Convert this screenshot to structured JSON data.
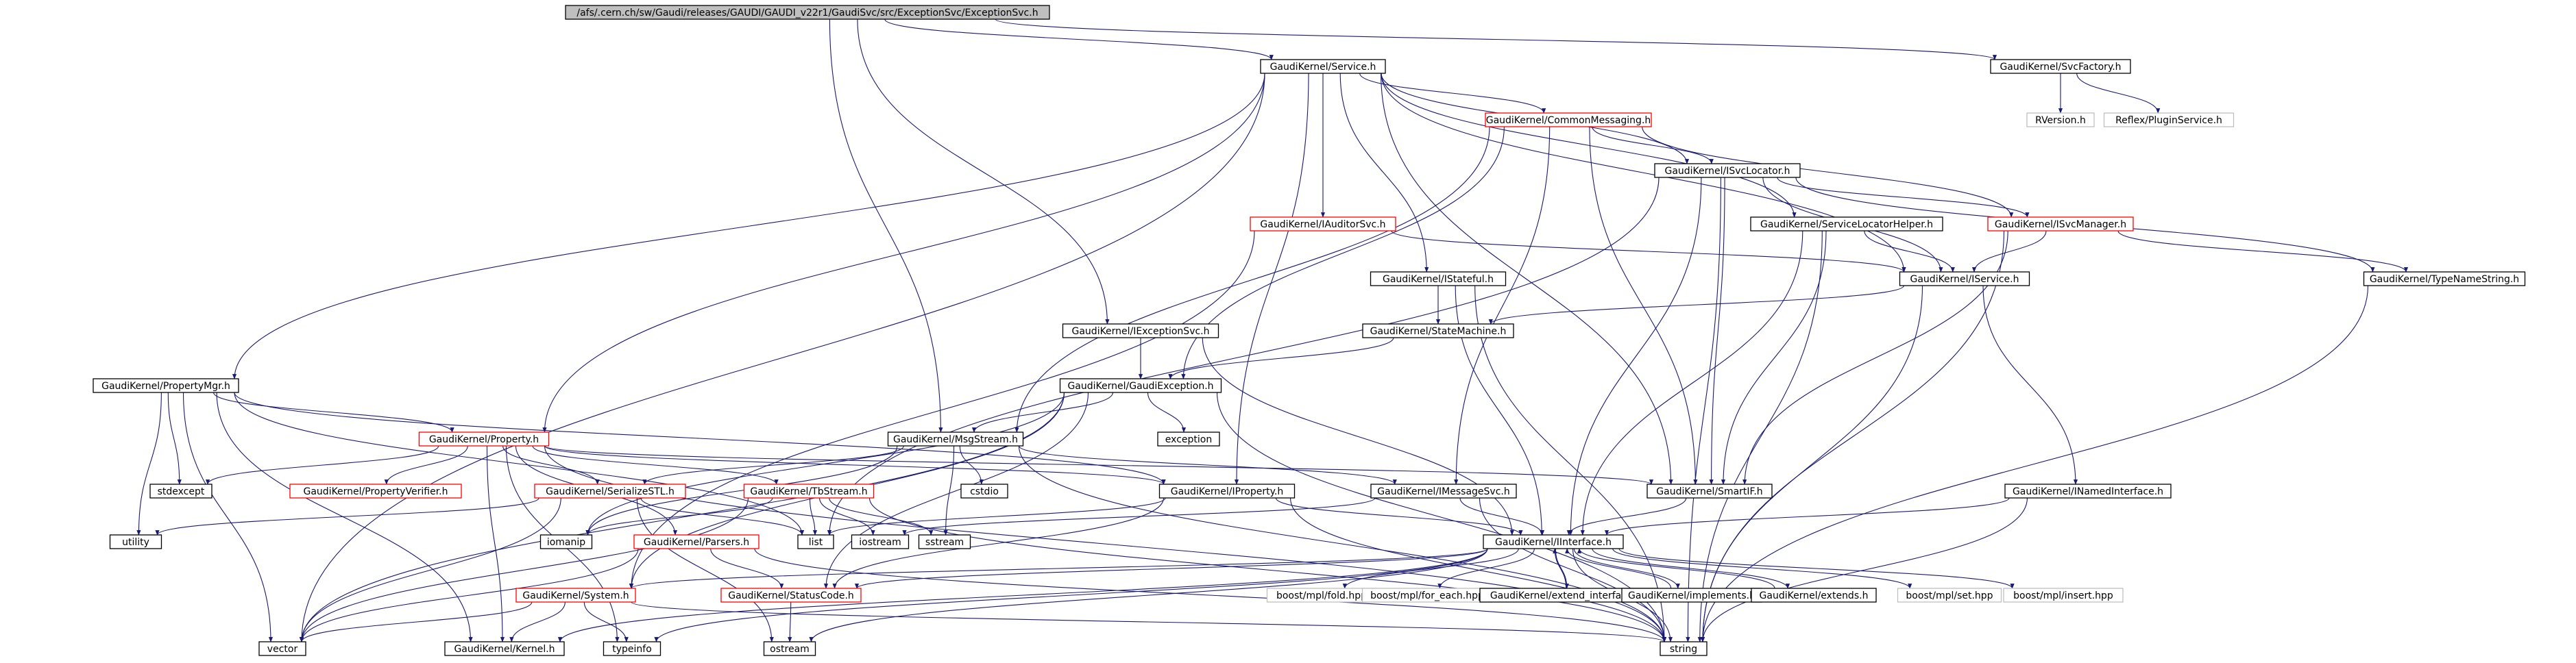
{
  "graph": {
    "nodes": [
      {
        "id": "root",
        "label": "/afs/.cern.ch/sw/Gaudi/releases/GAUDI/GAUDI_v22r1/GaudiSvc/src/ExceptionSvc/ExceptionSvc.h",
        "style": "root"
      },
      {
        "id": "service",
        "label": "GaudiKernel/Service.h",
        "style": "black"
      },
      {
        "id": "svcfactory",
        "label": "GaudiKernel/SvcFactory.h",
        "style": "black"
      },
      {
        "id": "rversion",
        "label": "RVersion.h",
        "style": "grey"
      },
      {
        "id": "pluginservice",
        "label": "Reflex/PluginService.h",
        "style": "grey"
      },
      {
        "id": "commonmessaging",
        "label": "GaudiKernel/CommonMessaging.h",
        "style": "red"
      },
      {
        "id": "isvclocator",
        "label": "GaudiKernel/ISvcLocator.h",
        "style": "black"
      },
      {
        "id": "iauditorsvc",
        "label": "GaudiKernel/IAuditorSvc.h",
        "style": "red"
      },
      {
        "id": "istateful",
        "label": "GaudiKernel/IStateful.h",
        "style": "black"
      },
      {
        "id": "servicelocatorhelper",
        "label": "GaudiKernel/ServiceLocatorHelper.h",
        "style": "black"
      },
      {
        "id": "isvcmanager",
        "label": "GaudiKernel/ISvcManager.h",
        "style": "red"
      },
      {
        "id": "typenamestring",
        "label": "GaudiKernel/TypeNameString.h",
        "style": "black"
      },
      {
        "id": "iservice",
        "label": "GaudiKernel/IService.h",
        "style": "black"
      },
      {
        "id": "statemachine",
        "label": "GaudiKernel/StateMachine.h",
        "style": "black"
      },
      {
        "id": "iexceptionsvc",
        "label": "GaudiKernel/IExceptionSvc.h",
        "style": "black"
      },
      {
        "id": "gaudiexception",
        "label": "GaudiKernel/GaudiException.h",
        "style": "black"
      },
      {
        "id": "propertymgr",
        "label": "GaudiKernel/PropertyMgr.h",
        "style": "black"
      },
      {
        "id": "property",
        "label": "GaudiKernel/Property.h",
        "style": "red"
      },
      {
        "id": "msgstream",
        "label": "GaudiKernel/MsgStream.h",
        "style": "black"
      },
      {
        "id": "exception",
        "label": "exception",
        "style": "black"
      },
      {
        "id": "stdexcept",
        "label": "stdexcept",
        "style": "black"
      },
      {
        "id": "propertyverifier",
        "label": "GaudiKernel/PropertyVerifier.h",
        "style": "red"
      },
      {
        "id": "serializestl",
        "label": "GaudiKernel/SerializeSTL.h",
        "style": "red"
      },
      {
        "id": "tbstream",
        "label": "GaudiKernel/TbStream.h",
        "style": "red"
      },
      {
        "id": "cstdio",
        "label": "cstdio",
        "style": "black"
      },
      {
        "id": "iproperty",
        "label": "GaudiKernel/IProperty.h",
        "style": "black"
      },
      {
        "id": "imessagesvc",
        "label": "GaudiKernel/IMessageSvc.h",
        "style": "black"
      },
      {
        "id": "smartif",
        "label": "GaudiKernel/SmartIF.h",
        "style": "black"
      },
      {
        "id": "inamedinterface",
        "label": "GaudiKernel/INamedInterface.h",
        "style": "black"
      },
      {
        "id": "utility",
        "label": "utility",
        "style": "black"
      },
      {
        "id": "iomanip",
        "label": "iomanip",
        "style": "black"
      },
      {
        "id": "parsers",
        "label": "GaudiKernel/Parsers.h",
        "style": "red"
      },
      {
        "id": "list",
        "label": "list",
        "style": "black"
      },
      {
        "id": "iostream",
        "label": "iostream",
        "style": "black"
      },
      {
        "id": "sstream",
        "label": "sstream",
        "style": "black"
      },
      {
        "id": "iinterface",
        "label": "GaudiKernel/IInterface.h",
        "style": "black"
      },
      {
        "id": "system",
        "label": "GaudiKernel/System.h",
        "style": "red"
      },
      {
        "id": "statuscode",
        "label": "GaudiKernel/StatusCode.h",
        "style": "red"
      },
      {
        "id": "fold",
        "label": "boost/mpl/fold.hpp",
        "style": "grey"
      },
      {
        "id": "foreach",
        "label": "boost/mpl/for_each.hpp",
        "style": "grey"
      },
      {
        "id": "extendinterfaces",
        "label": "GaudiKernel/extend_interfaces.h",
        "style": "black"
      },
      {
        "id": "implements",
        "label": "GaudiKernel/implements.h",
        "style": "black"
      },
      {
        "id": "extends",
        "label": "GaudiKernel/extends.h",
        "style": "black"
      },
      {
        "id": "mplset",
        "label": "boost/mpl/set.hpp",
        "style": "grey"
      },
      {
        "id": "mplinsert",
        "label": "boost/mpl/insert.hpp",
        "style": "grey"
      },
      {
        "id": "vector",
        "label": "vector",
        "style": "black"
      },
      {
        "id": "kernel",
        "label": "GaudiKernel/Kernel.h",
        "style": "black"
      },
      {
        "id": "typeinfo",
        "label": "typeinfo",
        "style": "black"
      },
      {
        "id": "ostream",
        "label": "ostream",
        "style": "black"
      },
      {
        "id": "string",
        "label": "string",
        "style": "black"
      }
    ],
    "edges": [
      [
        "root",
        "service"
      ],
      [
        "root",
        "svcfactory"
      ],
      [
        "root",
        "iexceptionsvc"
      ],
      [
        "root",
        "msgstream"
      ],
      [
        "svcfactory",
        "rversion"
      ],
      [
        "svcfactory",
        "pluginservice"
      ],
      [
        "service",
        "commonmessaging"
      ],
      [
        "service",
        "isvclocator"
      ],
      [
        "service",
        "iauditorsvc"
      ],
      [
        "service",
        "istateful"
      ],
      [
        "service",
        "servicelocatorhelper"
      ],
      [
        "service",
        "iservice"
      ],
      [
        "service",
        "propertymgr"
      ],
      [
        "service",
        "property"
      ],
      [
        "service",
        "iproperty"
      ],
      [
        "service",
        "smartif"
      ],
      [
        "service",
        "vector"
      ],
      [
        "commonmessaging",
        "isvclocator"
      ],
      [
        "commonmessaging",
        "isvcmanager"
      ],
      [
        "commonmessaging",
        "gaudiexception"
      ],
      [
        "commonmessaging",
        "msgstream"
      ],
      [
        "commonmessaging",
        "imessagesvc"
      ],
      [
        "commonmessaging",
        "smartif"
      ],
      [
        "isvclocator",
        "isvcmanager"
      ],
      [
        "isvclocator",
        "typenamestring"
      ],
      [
        "isvclocator",
        "iservice"
      ],
      [
        "isvclocator",
        "smartif"
      ],
      [
        "isvclocator",
        "iinterface"
      ],
      [
        "isvclocator",
        "list"
      ],
      [
        "isvclocator",
        "string"
      ],
      [
        "iauditorsvc",
        "iservice"
      ],
      [
        "iauditorsvc",
        "system"
      ],
      [
        "istateful",
        "statemachine"
      ],
      [
        "istateful",
        "iinterface"
      ],
      [
        "istateful",
        "string"
      ],
      [
        "servicelocatorhelper",
        "iservice"
      ],
      [
        "servicelocatorhelper",
        "smartif"
      ],
      [
        "servicelocatorhelper",
        "string"
      ],
      [
        "servicelocatorhelper",
        "iinterface"
      ],
      [
        "isvcmanager",
        "iservice"
      ],
      [
        "isvcmanager",
        "typenamestring"
      ],
      [
        "isvcmanager",
        "smartif"
      ],
      [
        "isvcmanager",
        "string"
      ],
      [
        "typenamestring",
        "string"
      ],
      [
        "iservice",
        "statemachine"
      ],
      [
        "iservice",
        "inamedinterface"
      ],
      [
        "iservice",
        "string"
      ],
      [
        "statemachine",
        "gaudiexception"
      ],
      [
        "iexceptionsvc",
        "gaudiexception"
      ],
      [
        "iexceptionsvc",
        "iinterface"
      ],
      [
        "gaudiexception",
        "msgstream"
      ],
      [
        "gaudiexception",
        "exception"
      ],
      [
        "gaudiexception",
        "iomanip"
      ],
      [
        "gaudiexception",
        "statuscode"
      ],
      [
        "gaudiexception",
        "system"
      ],
      [
        "gaudiexception",
        "vector"
      ],
      [
        "gaudiexception",
        "string"
      ],
      [
        "propertymgr",
        "property"
      ],
      [
        "propertymgr",
        "iproperty"
      ],
      [
        "propertymgr",
        "stdexcept"
      ],
      [
        "propertymgr",
        "utility"
      ],
      [
        "propertymgr",
        "vector"
      ],
      [
        "propertymgr",
        "kernel"
      ],
      [
        "propertymgr",
        "list"
      ],
      [
        "property",
        "stdexcept"
      ],
      [
        "property",
        "propertyverifier"
      ],
      [
        "property",
        "serializestl"
      ],
      [
        "property",
        "tbstream"
      ],
      [
        "property",
        "parsers"
      ],
      [
        "property",
        "iproperty"
      ],
      [
        "property",
        "smartif"
      ],
      [
        "property",
        "typeinfo"
      ],
      [
        "property",
        "kernel"
      ],
      [
        "property",
        "string"
      ],
      [
        "msgstream",
        "imessagesvc"
      ],
      [
        "msgstream",
        "serializestl"
      ],
      [
        "msgstream",
        "cstdio"
      ],
      [
        "msgstream",
        "iomanip"
      ],
      [
        "msgstream",
        "sstream"
      ],
      [
        "msgstream",
        "string"
      ],
      [
        "serializestl",
        "utility"
      ],
      [
        "serializestl",
        "vector"
      ],
      [
        "serializestl",
        "list"
      ],
      [
        "serializestl",
        "ostream"
      ],
      [
        "tbstream",
        "iomanip"
      ],
      [
        "tbstream",
        "list"
      ],
      [
        "tbstream",
        "iostream"
      ],
      [
        "tbstream",
        "sstream"
      ],
      [
        "tbstream",
        "vector"
      ],
      [
        "tbstream",
        "string"
      ],
      [
        "iproperty",
        "iinterface"
      ],
      [
        "iproperty",
        "list"
      ],
      [
        "iproperty",
        "statuscode"
      ],
      [
        "iproperty",
        "string"
      ],
      [
        "imessagesvc",
        "iinterface"
      ],
      [
        "imessagesvc",
        "iostream"
      ],
      [
        "imessagesvc",
        "string"
      ],
      [
        "smartif",
        "iinterface"
      ],
      [
        "inamedinterface",
        "iinterface"
      ],
      [
        "inamedinterface",
        "string"
      ],
      [
        "parsers",
        "statuscode"
      ],
      [
        "parsers",
        "vector"
      ],
      [
        "parsers",
        "string"
      ],
      [
        "iinterface",
        "system"
      ],
      [
        "iinterface",
        "statuscode"
      ],
      [
        "iinterface",
        "fold"
      ],
      [
        "iinterface",
        "foreach"
      ],
      [
        "iinterface",
        "extendinterfaces"
      ],
      [
        "iinterface",
        "implements"
      ],
      [
        "iinterface",
        "extends"
      ],
      [
        "iinterface",
        "mplset"
      ],
      [
        "iinterface",
        "mplinsert"
      ],
      [
        "iinterface",
        "kernel"
      ],
      [
        "iinterface",
        "typeinfo"
      ],
      [
        "iinterface",
        "ostream"
      ],
      [
        "iinterface",
        "string"
      ],
      [
        "extendinterfaces",
        "iinterface"
      ],
      [
        "implements",
        "iinterface"
      ],
      [
        "extends",
        "iinterface"
      ],
      [
        "system",
        "kernel"
      ],
      [
        "system",
        "vector"
      ],
      [
        "system",
        "typeinfo"
      ],
      [
        "system",
        "string"
      ],
      [
        "statuscode",
        "ostream"
      ]
    ]
  }
}
